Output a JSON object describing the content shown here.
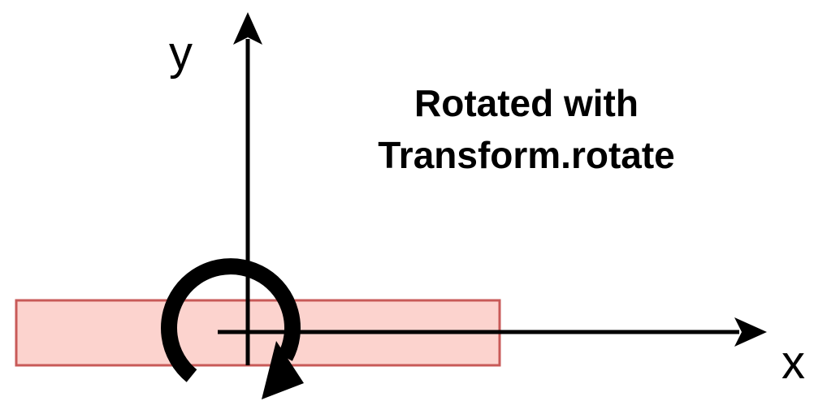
{
  "diagram": {
    "title_line1": "Rotated with",
    "title_line2": "Transform.rotate",
    "x_axis_label": "x",
    "y_axis_label": "y"
  },
  "colors": {
    "background": "#ffffff",
    "rectangle_fill": "#fcd3ce",
    "rectangle_stroke": "#c85a58",
    "axis": "#000000",
    "rotation_arrow": "#000000"
  },
  "icons": {
    "rotation": "rotation-arrow-icon"
  }
}
